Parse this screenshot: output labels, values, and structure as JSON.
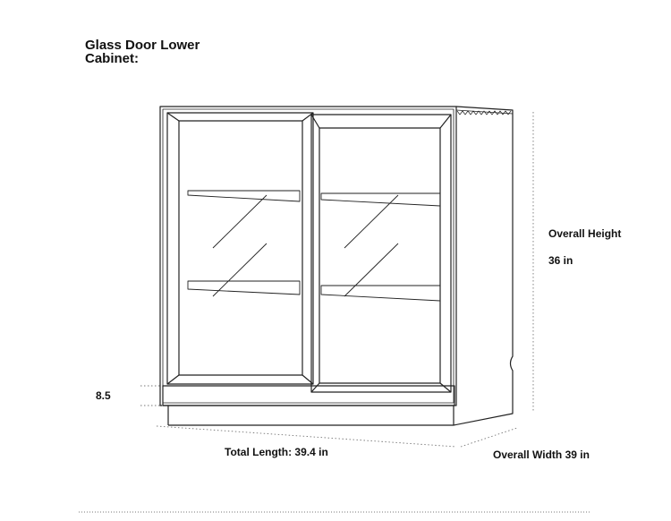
{
  "header": {
    "title_line1": "Glass Door Lower",
    "title_line2": "Cabinet:"
  },
  "dimensions": {
    "height_label": "Overall Height",
    "height_value": "36 in",
    "base_height": "8.5",
    "length_label": "Total Length: 39.4 in",
    "width_label": "Overall Width 39 in"
  },
  "colors": {
    "line": "#222222",
    "dotted": "#777777"
  }
}
